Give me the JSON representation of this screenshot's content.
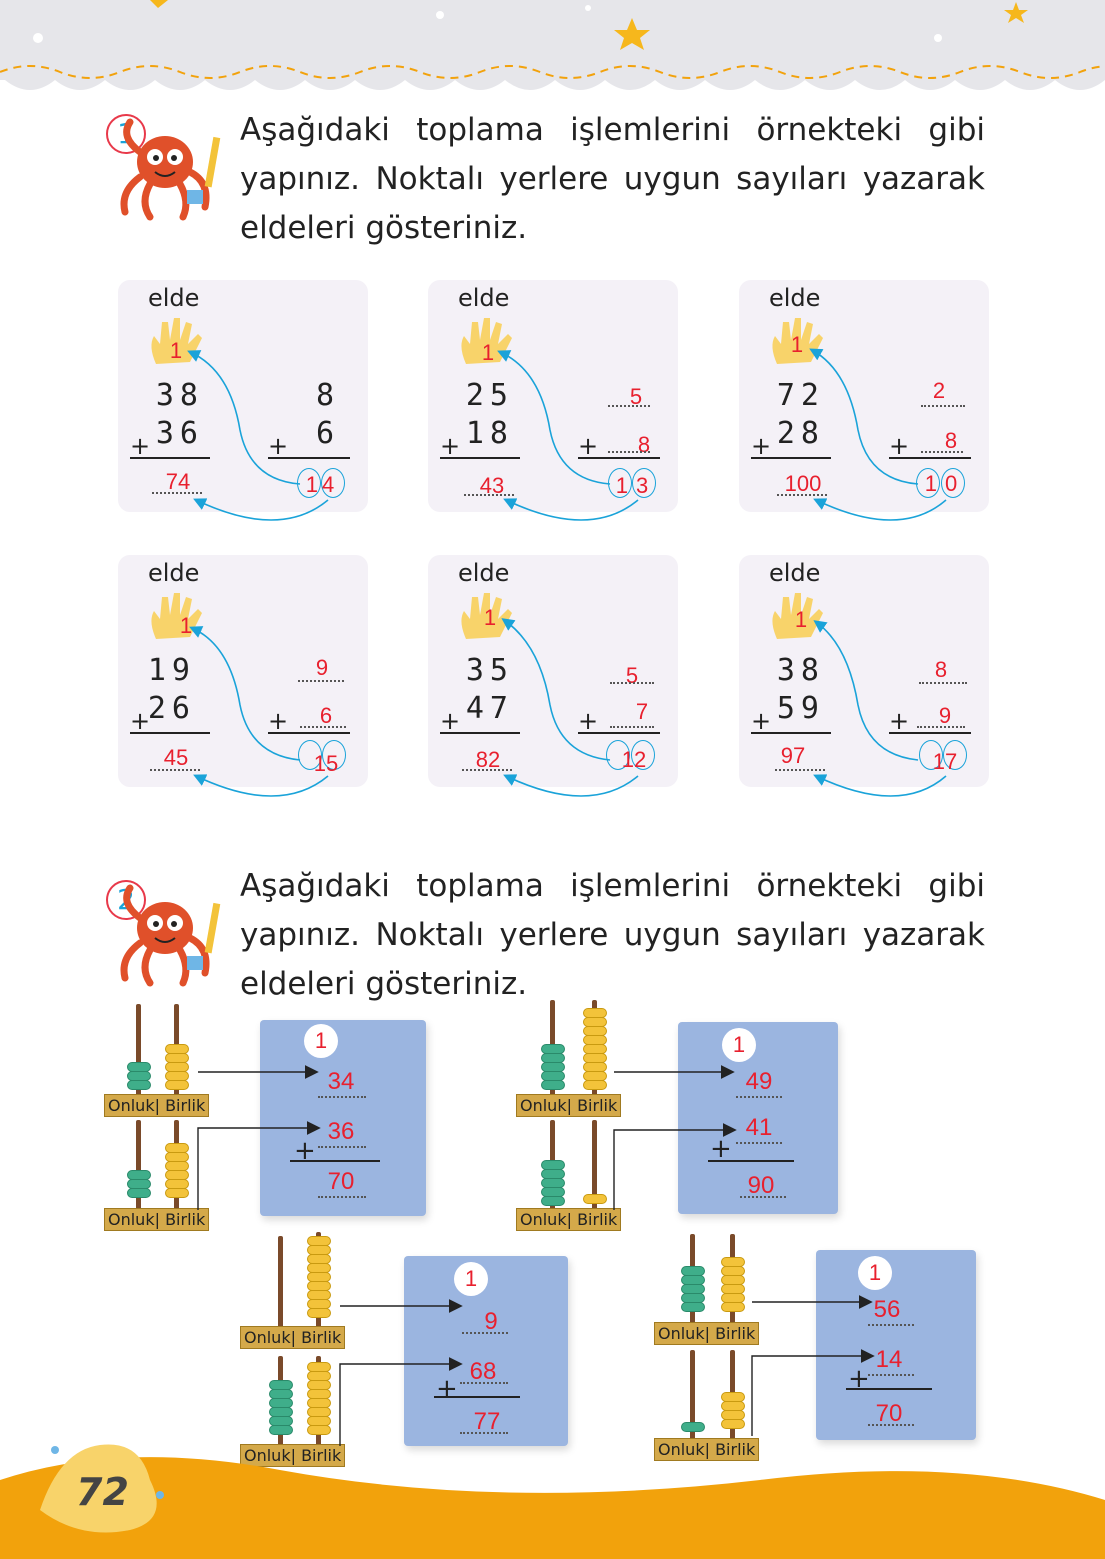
{
  "questions": [
    {
      "number": "1",
      "text": "Aşağıdaki toplama işlemlerini örnekteki gibi yapınız. Noktalı yerlere uygun sayıları yazarak eldeleri gösteriniz."
    },
    {
      "number": "2",
      "text": "Aşağıdaki toplama işlemlerini örnekteki gibi yapınız. Noktalı yerlere uygun sayıları yazarak eldeleri gösteriniz."
    }
  ],
  "elde_label": "elde",
  "cards": [
    {
      "carry": "1",
      "top": "38",
      "bottom": "36",
      "ones_top": "8",
      "ones_bottom": "6",
      "ones_sum": "14",
      "result": "74"
    },
    {
      "carry": "1",
      "top": "25",
      "bottom": "18",
      "ones_top": "5",
      "ones_bottom": "8",
      "ones_sum": "13",
      "result": "43"
    },
    {
      "carry": "1",
      "top": "72",
      "bottom": "28",
      "ones_top": "2",
      "ones_bottom": "8",
      "ones_sum": "10",
      "result": "100"
    },
    {
      "carry": "1",
      "top": "19",
      "bottom": "26",
      "ones_top": "9",
      "ones_bottom": "6",
      "ones_sum": "15",
      "result": "45"
    },
    {
      "carry": "1",
      "top": "35",
      "bottom": "47",
      "ones_top": "5",
      "ones_bottom": "7",
      "ones_sum": "12",
      "result": "82"
    },
    {
      "carry": "1",
      "top": "38",
      "bottom": "59",
      "ones_top": "8",
      "ones_bottom": "9",
      "ones_sum": "17",
      "result": "97"
    }
  ],
  "abacus_labels": {
    "onluk": "Onluk",
    "birlik": "Birlik"
  },
  "notes": [
    {
      "carry": "1",
      "top": "34",
      "bottom": "36",
      "result": "70"
    },
    {
      "carry": "1",
      "top": "49",
      "bottom": "41",
      "result": "90"
    },
    {
      "carry": "1",
      "top": "9",
      "bottom": "68",
      "result": "77"
    },
    {
      "carry": "1",
      "top": "56",
      "bottom": "14",
      "result": "70"
    }
  ],
  "plus_sign": "+",
  "page_number": "72",
  "colors": {
    "red": "#e8202e",
    "blue": "#1aa3d9",
    "orange": "#f2a20c",
    "note": "#9bb5e0"
  }
}
